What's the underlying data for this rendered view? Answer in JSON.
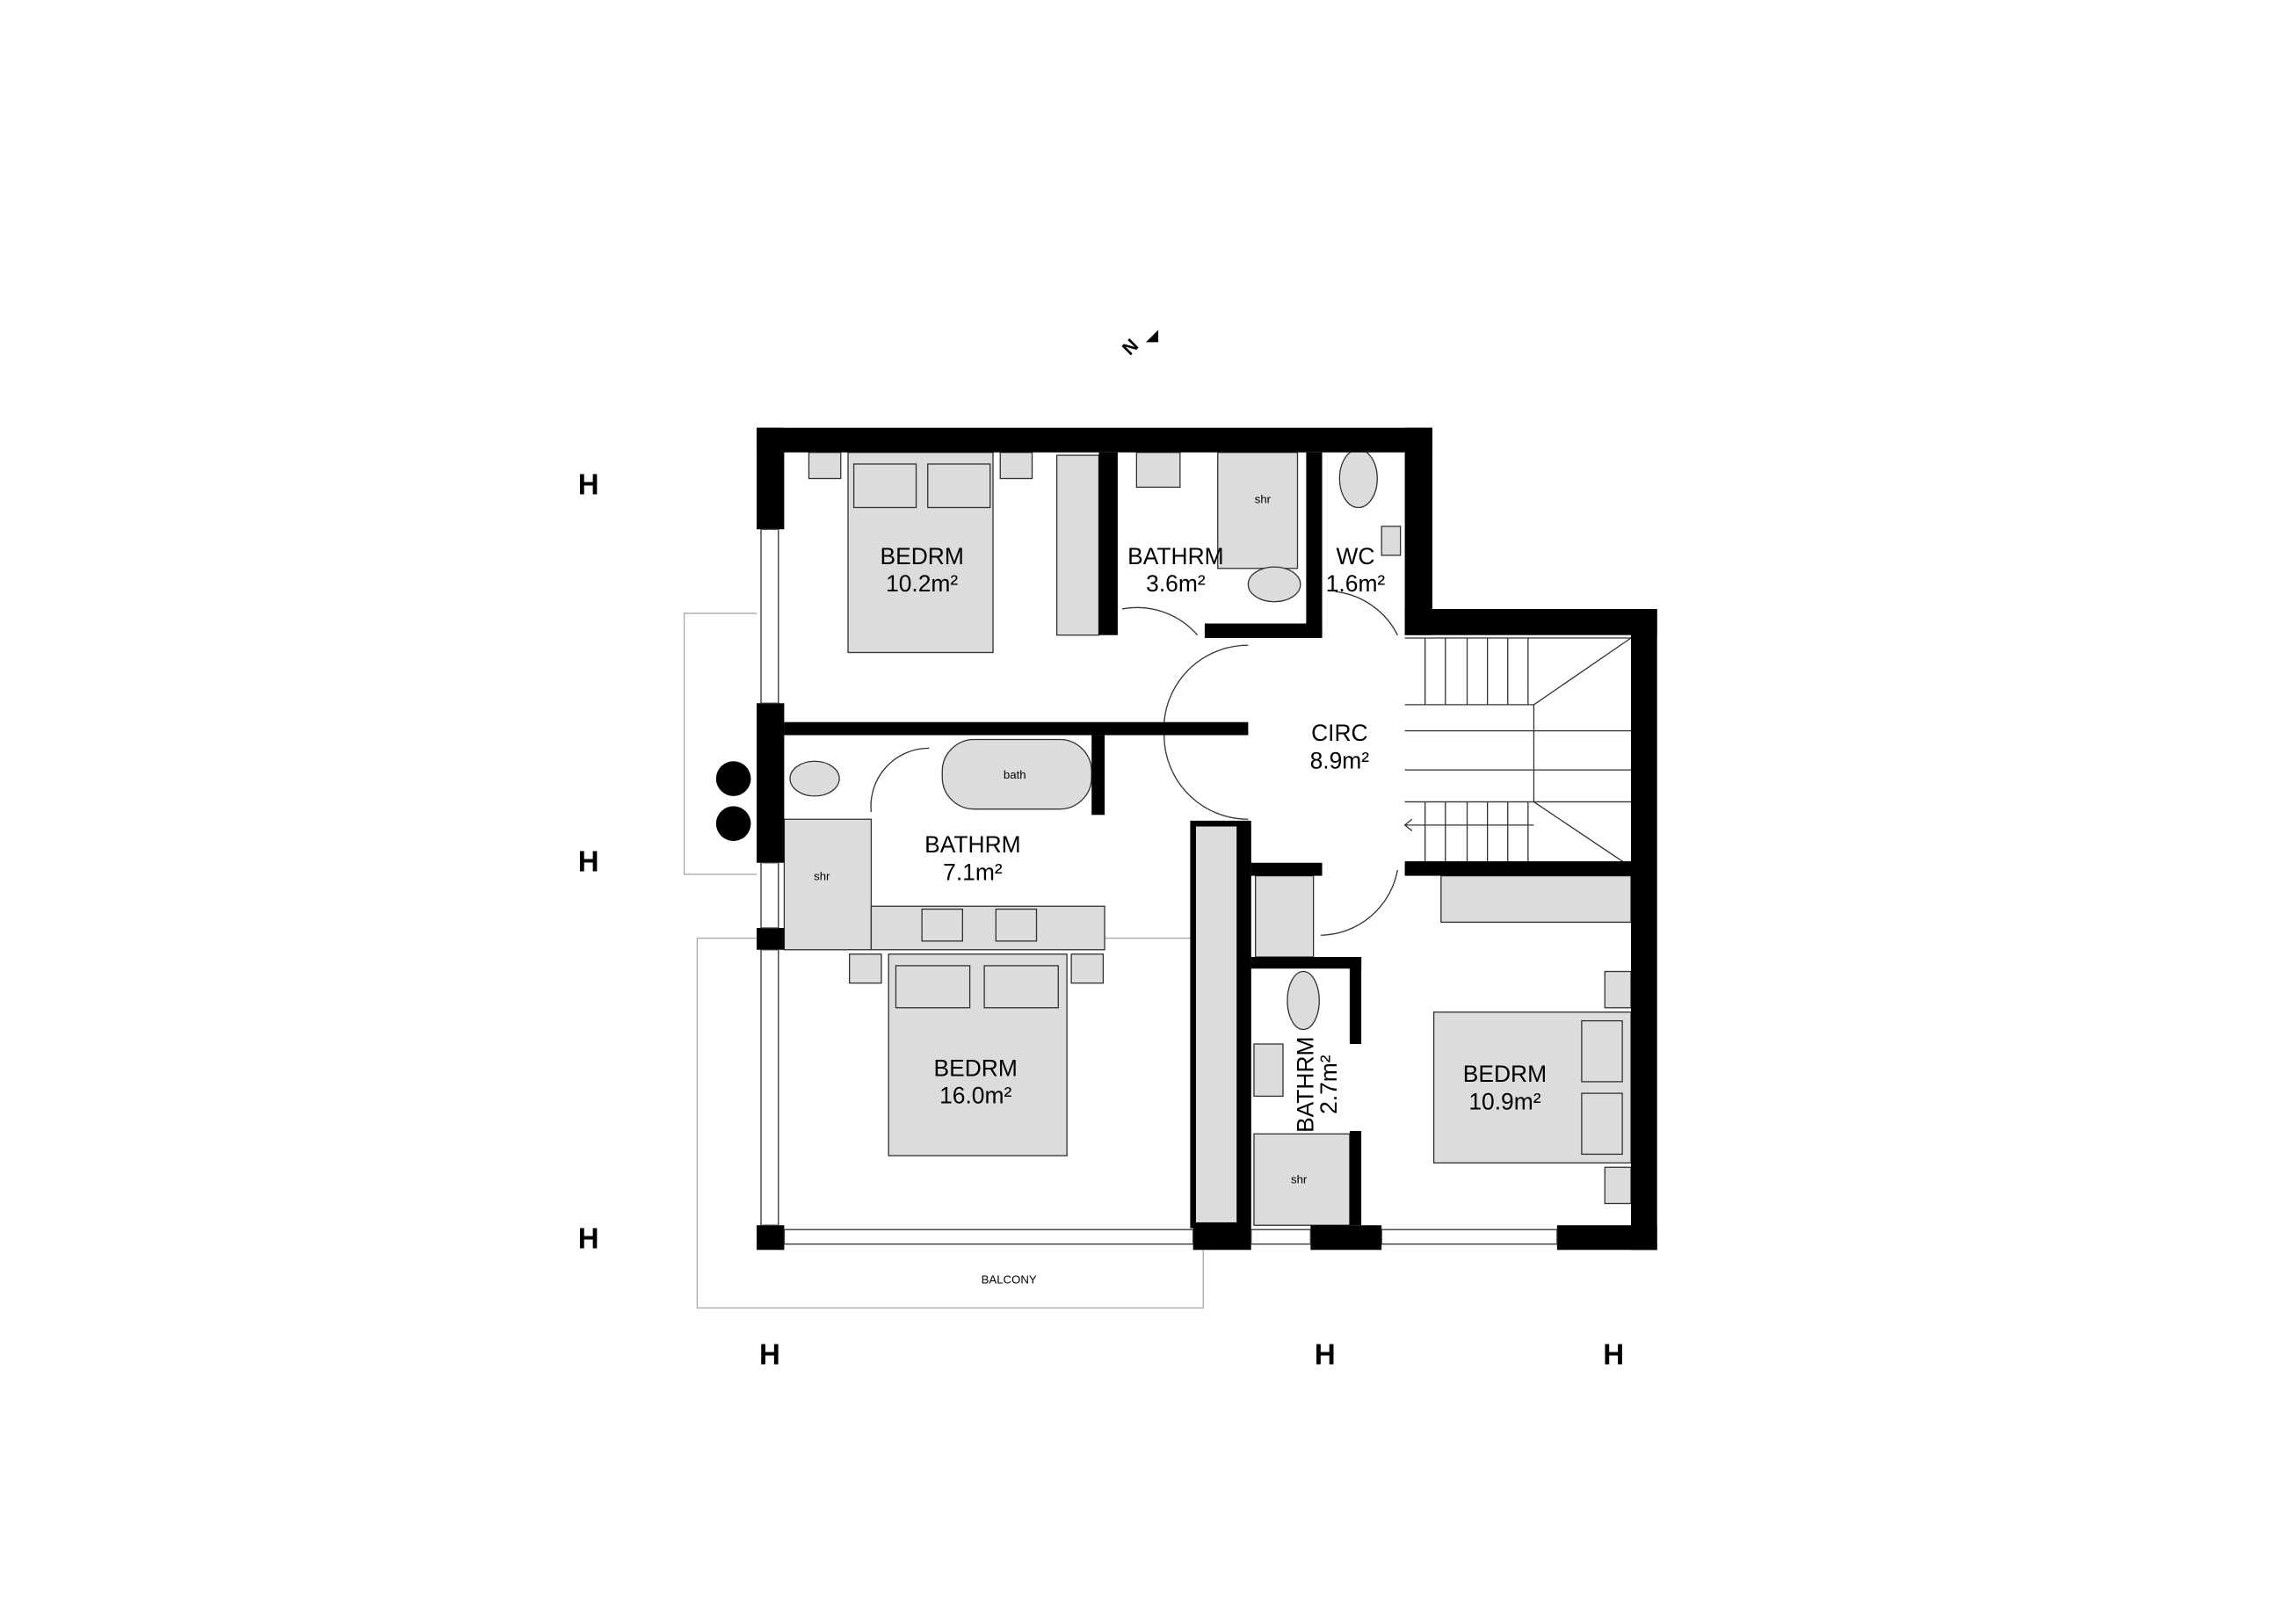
{
  "plan": {
    "rooms": [
      {
        "name": "BEDRM",
        "area": "10.2m²"
      },
      {
        "name": "BATHRM",
        "area": "3.6m²"
      },
      {
        "name": "WC",
        "area": "1.6m²"
      },
      {
        "name": "CIRC",
        "area": "8.9m²"
      },
      {
        "name": "BATHRM",
        "area": "7.1m²"
      },
      {
        "name": "BEDRM",
        "area": "16.0m²"
      },
      {
        "name": "BATHRM",
        "area": "2.7m²"
      },
      {
        "name": "BEDRM",
        "area": "10.9m²"
      }
    ],
    "fixtures": {
      "shower_1": "shr",
      "bath": "bath",
      "shower_2": "shr",
      "shower_3": "shr"
    },
    "balcony": "BALCONY",
    "north_arrow": "N",
    "grid_markers": [
      "H",
      "H",
      "H",
      "H",
      "H",
      "H"
    ],
    "colors": {
      "wall": "#000000",
      "fixture": "#dcdcdc"
    }
  }
}
